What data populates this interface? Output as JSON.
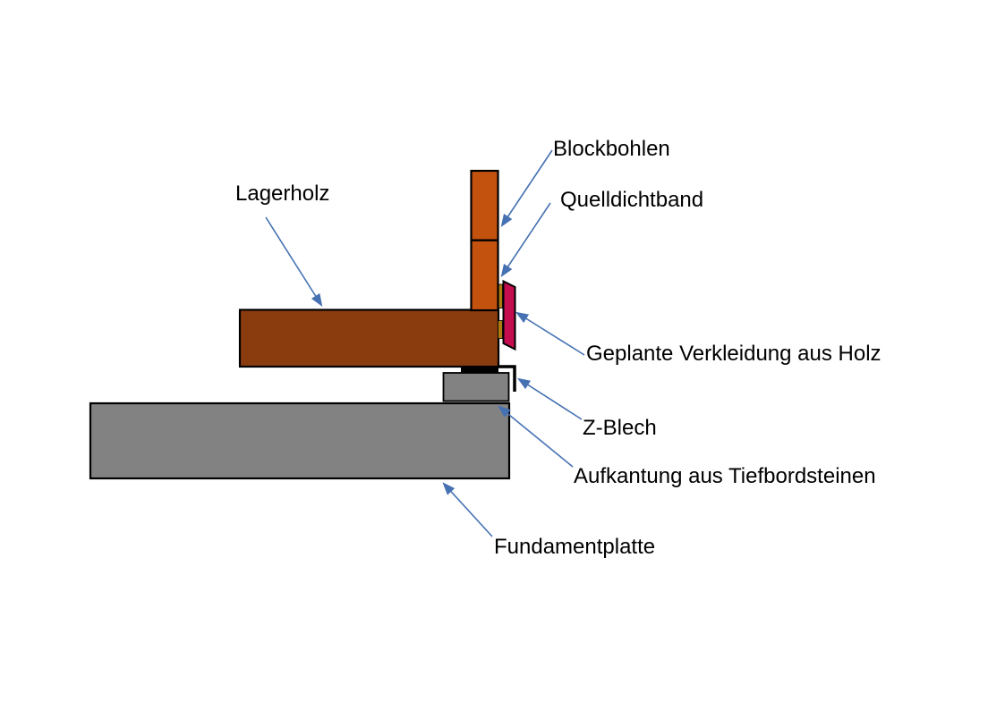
{
  "diagram": {
    "labels": {
      "blockbohlen": "Blockbohlen",
      "quelldichtband": "Quelldichtband",
      "lagerholz": "Lagerholz",
      "verkleidung": "Geplante Verkleidung aus Holz",
      "z_blech": "Z-Blech",
      "aufkantung": "Aufkantung aus Tiefbordsteinen",
      "fundamentplatte": "Fundamentplatte"
    },
    "colors": {
      "background": "#FFFFFF",
      "text": "#000000",
      "outline": "#000000",
      "blockbohlen_orange": "#C4520F",
      "lagerholz_brown": "#8A3C0F",
      "quelldichtband_gold": "#B07C12",
      "verkleidung_pink": "#C30D4E",
      "concrete_gray": "#828282",
      "arrow_blue": "#4671B2"
    }
  }
}
